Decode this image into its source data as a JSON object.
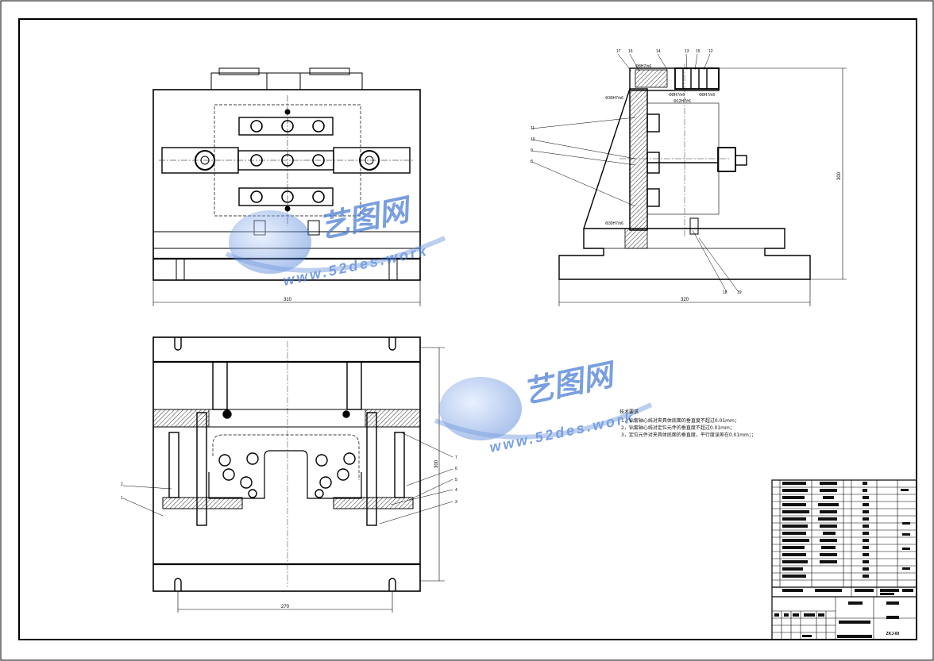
{
  "drawing": {
    "top_view": {
      "width_dim": "310"
    },
    "side_view": {
      "width_dim": "320",
      "height_dim": "300",
      "fit_labels": [
        "Φ8H7/n6",
        "Φ8H7/n6",
        "Φ30H7/n6",
        "Φ8H7/n6",
        "Φ12H7/r6",
        "Φ30H7/n6"
      ],
      "balloons": [
        "17",
        "16",
        "14",
        "13",
        "15",
        "12",
        "11",
        "10",
        "9",
        "8",
        "18",
        "19"
      ]
    },
    "front_view": {
      "width_dim": "270",
      "height_dim": "300",
      "balloons": [
        "7",
        "6",
        "5",
        "4",
        "3",
        "2",
        "1"
      ]
    },
    "tech_notes": {
      "title": "技术要求",
      "lines": [
        "1，钻套轴心线对夹具体底面的垂直度不超过0.01mm；",
        "2，钻套轴心线对定位元件的垂直度不超过0.01mm；",
        "3，定位元件对夹具体底面的垂直度，平行度误差在0.01mm；；"
      ]
    },
    "title_block": {
      "drawing_no": "ZKJ-00"
    }
  },
  "watermark": {
    "cn": "艺图网",
    "url": "www.52des.work"
  },
  "colors": {
    "line": "#000000",
    "watermark": "#4d7fd6",
    "dim": "#333333"
  }
}
